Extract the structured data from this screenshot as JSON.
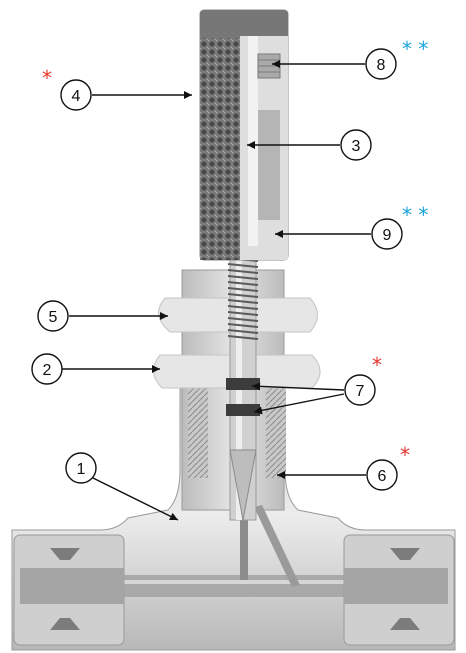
{
  "colors": {
    "red_marker": "#e8332b",
    "blue_marker": "#1aa3dd",
    "steel_light": "#dcdcdc",
    "steel_mid": "#bdbdbd",
    "steel_dark": "#8c8c8c",
    "knurl": "#6b6b6b"
  },
  "callouts": [
    {
      "id": "1",
      "label": "1"
    },
    {
      "id": "2",
      "label": "2"
    },
    {
      "id": "3",
      "label": "3"
    },
    {
      "id": "4",
      "label": "4"
    },
    {
      "id": "5",
      "label": "5"
    },
    {
      "id": "6",
      "label": "6"
    },
    {
      "id": "7",
      "label": "7"
    },
    {
      "id": "8",
      "label": "8"
    },
    {
      "id": "9",
      "label": "9"
    }
  ],
  "markers": {
    "red": "*",
    "blue": "* *"
  }
}
